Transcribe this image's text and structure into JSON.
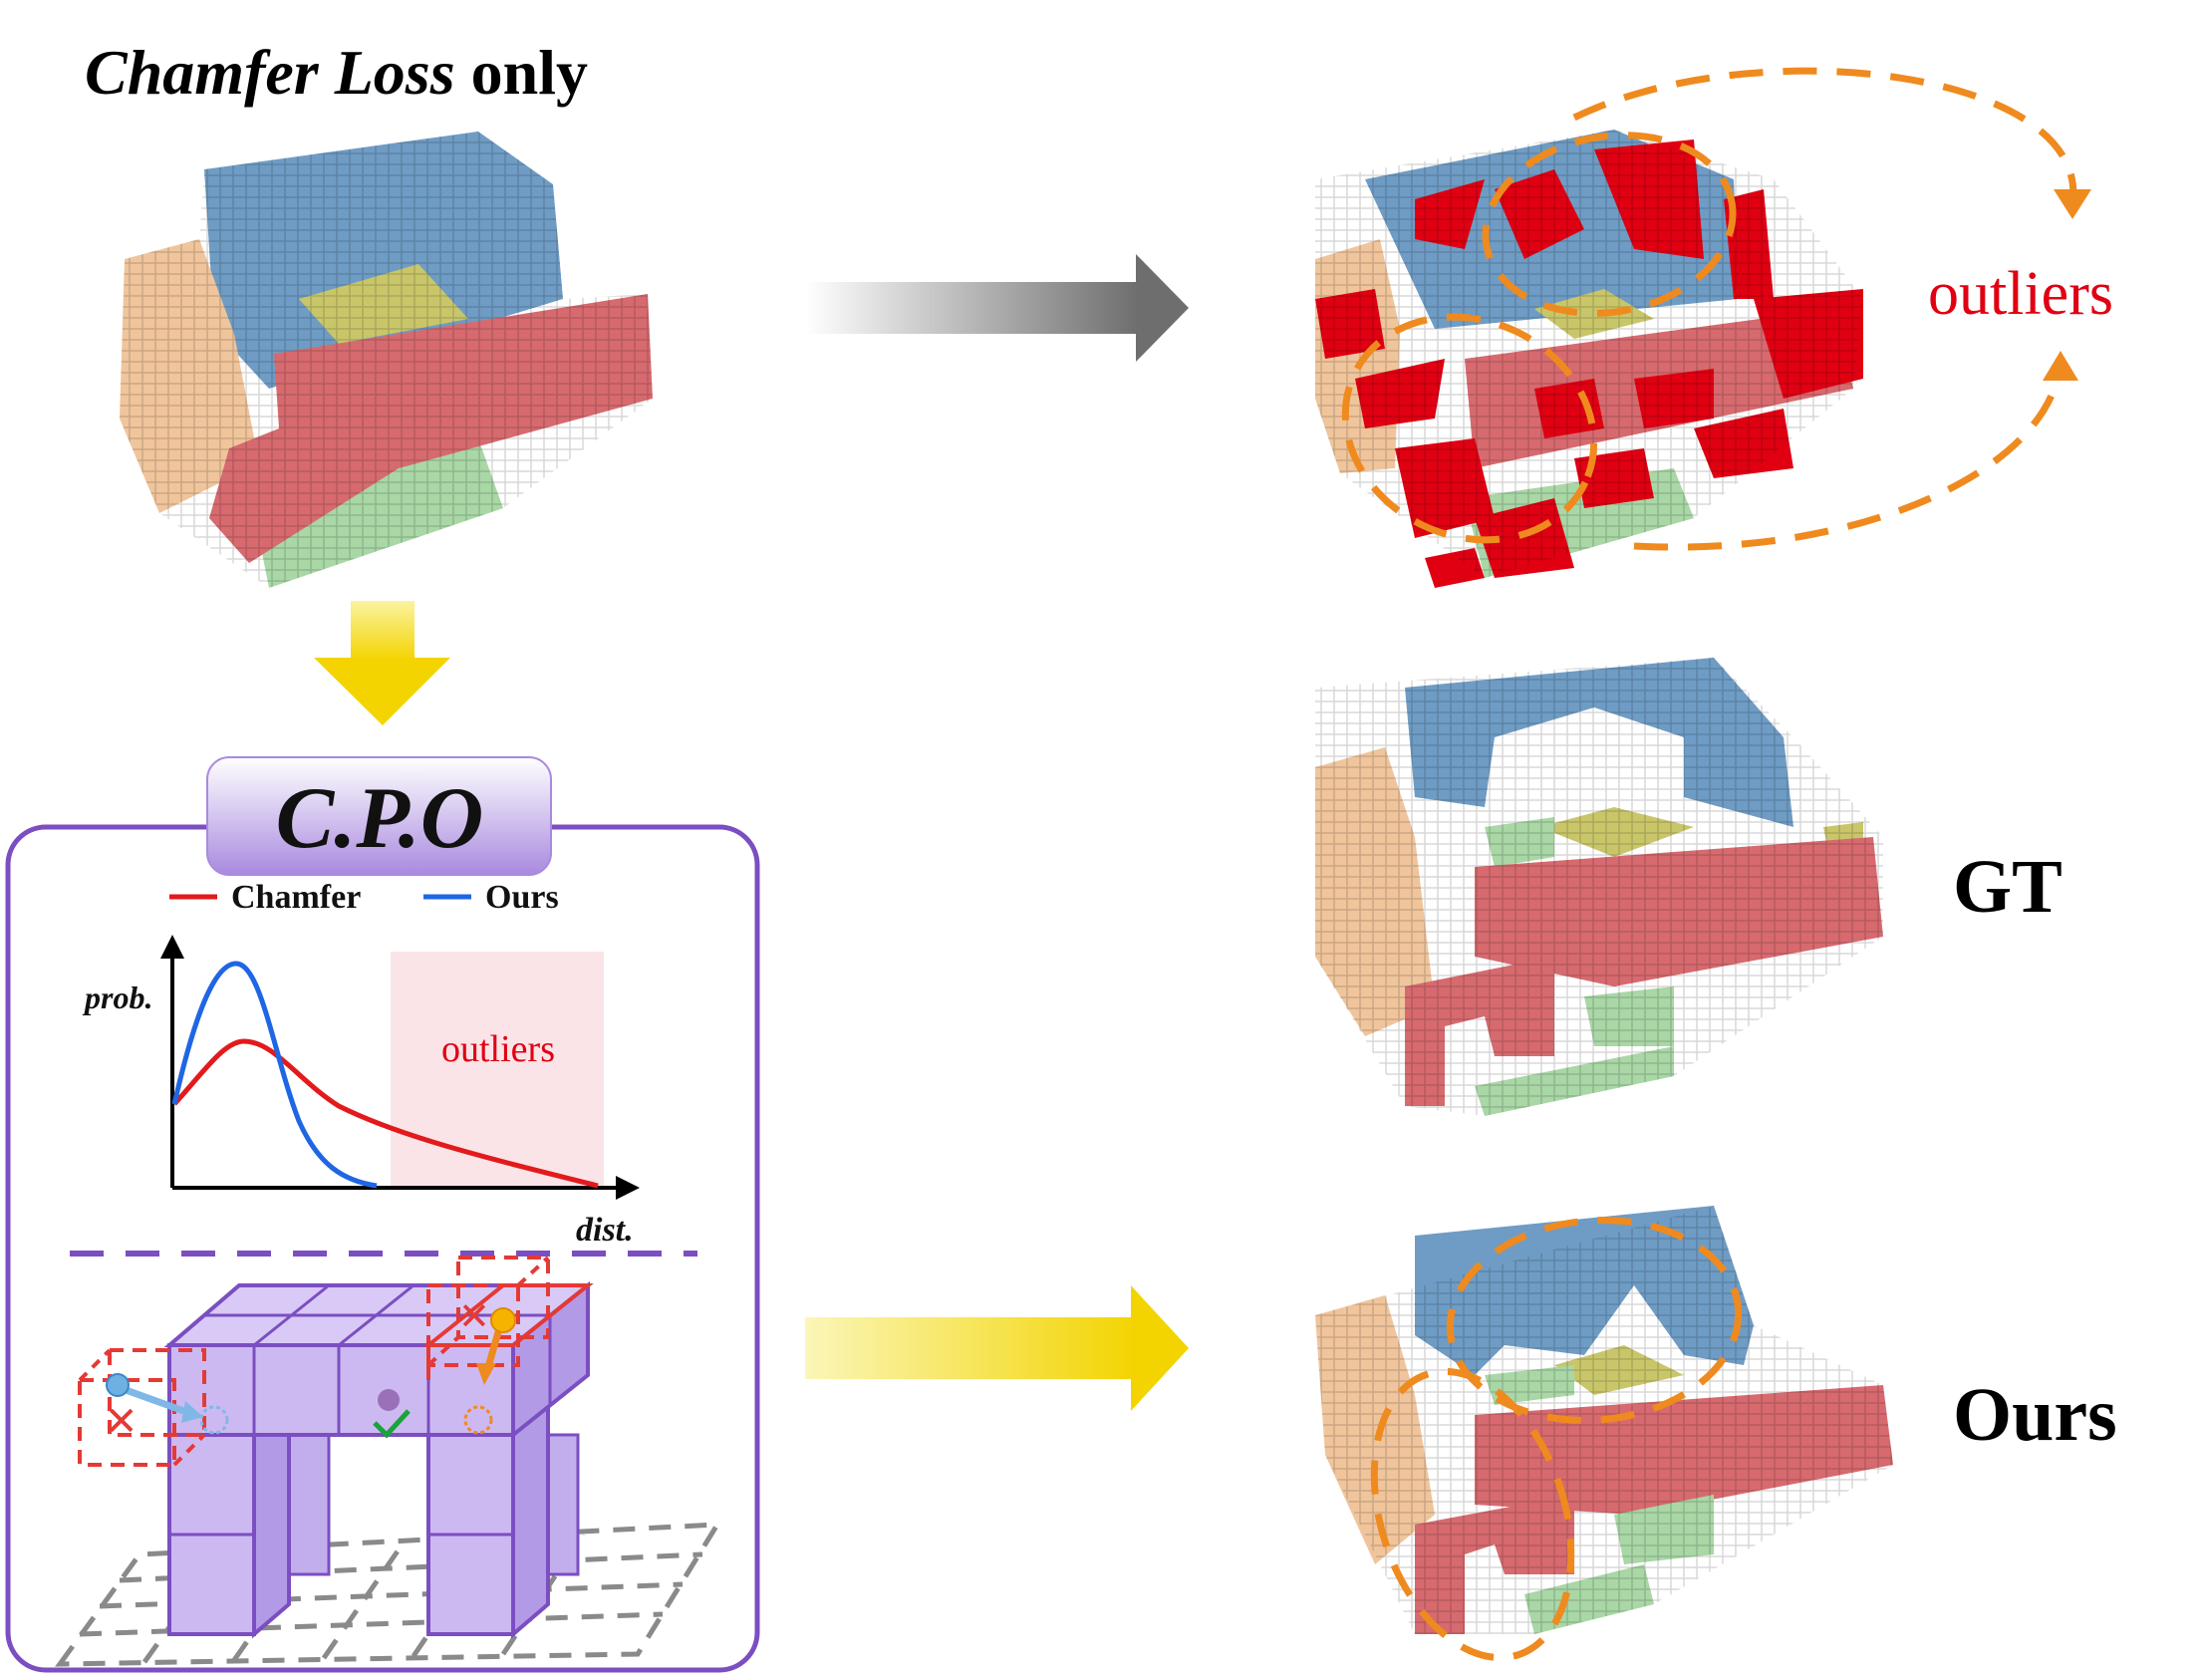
{
  "header": {
    "title_italic": "Chamfer Loss",
    "title_rest": " only"
  },
  "cpo": {
    "badge": "C.P.O",
    "legend": [
      {
        "label": "Chamfer",
        "color": "#e31a1c"
      },
      {
        "label": "Ours",
        "color": "#1f66e5"
      }
    ],
    "plot": {
      "ylabel": "prob.",
      "xlabel": "dist.",
      "region_label": "outliers",
      "region_color": "#fbe4e8"
    }
  },
  "labels": {
    "outliers": "outliers",
    "gt": "GT",
    "ours": "Ours"
  },
  "colors": {
    "blue": "#6f9cc4",
    "peach": "#f0c59c",
    "olive": "#c9c66a",
    "mint": "#a9d7a6",
    "red": "#d66a6f",
    "outlier_red": "#e00012",
    "orange": "#ef8a1f",
    "purple": "#7b4ec1",
    "cube": "#c9b6ee",
    "gray_arrow": "#707070",
    "yellow": "#f3d400"
  }
}
